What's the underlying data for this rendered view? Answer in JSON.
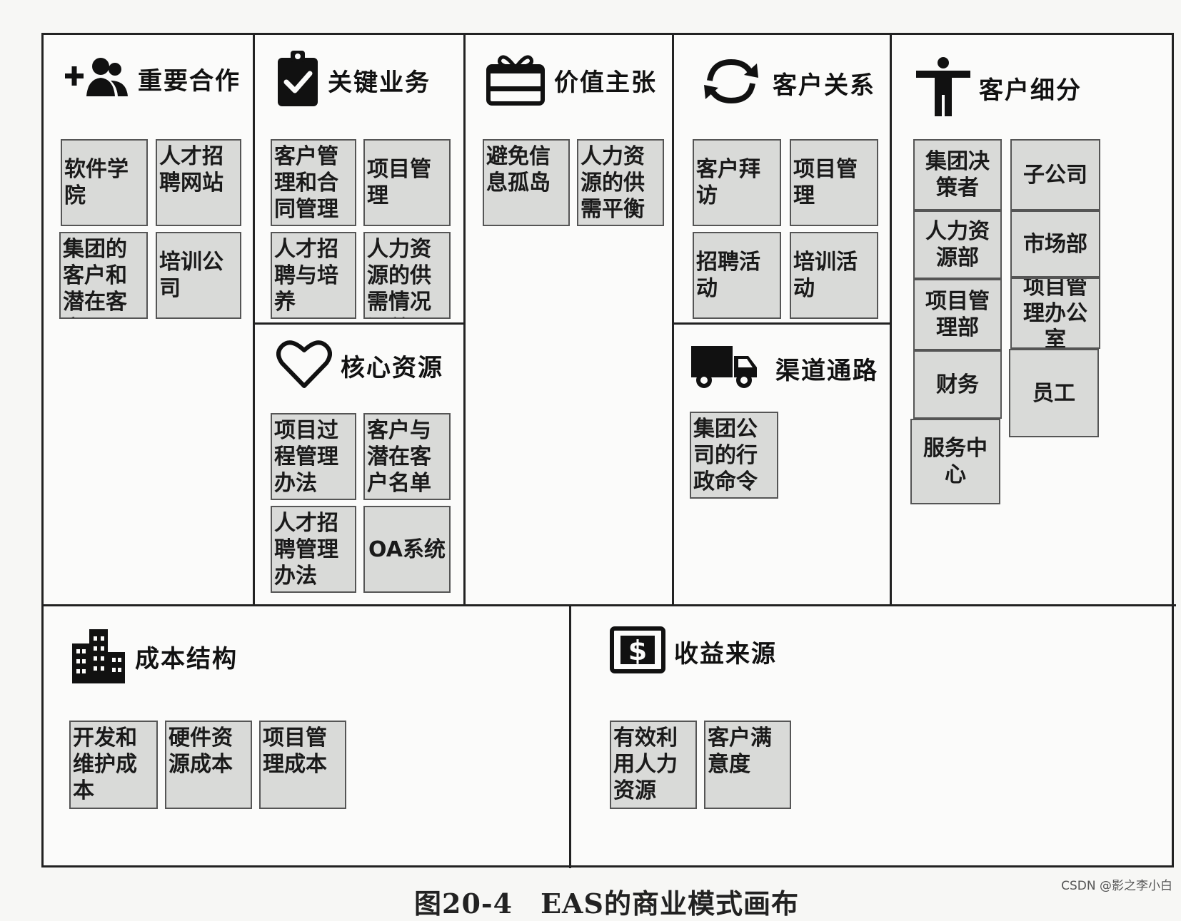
{
  "canvas": {
    "blocks": {
      "key_partners": {
        "title": "重要合作",
        "icon": "add-people-icon",
        "notes": [
          "软件学院",
          "人才招聘网站",
          "集团的客户和潜在客户",
          "培训公司"
        ]
      },
      "key_activities": {
        "title": "关键业务",
        "icon": "clipboard-check-icon",
        "notes": [
          "客户管理和合同管理",
          "项目管理",
          "人才招聘与培养",
          "人力资源的供需情况汇总"
        ]
      },
      "key_resources": {
        "title": "核心资源",
        "icon": "heart-icon",
        "notes": [
          "项目过程管理办法",
          "客户与潜在客户名单",
          "人才招聘管理办法",
          "OA系统"
        ]
      },
      "value_propositions": {
        "title": "价值主张",
        "icon": "gift-card-icon",
        "notes": [
          "避免信息孤岛",
          "人力资源的供需平衡"
        ]
      },
      "customer_relationships": {
        "title": "客户关系",
        "icon": "sync-arrows-icon",
        "notes": [
          "客户拜访",
          "项目管理",
          "招聘活动",
          "培训活动"
        ]
      },
      "channels": {
        "title": "渠道通路",
        "icon": "truck-icon",
        "notes": [
          "集团公司的行政命令"
        ]
      },
      "customer_segments": {
        "title": "客户细分",
        "icon": "person-icon",
        "notes_left": [
          "集团决策者",
          "人力资源部",
          "项目管理部",
          "财务",
          "服务中心"
        ],
        "notes_right": [
          "子公司",
          "市场部",
          "项目管理办公室",
          "员工"
        ]
      },
      "cost_structure": {
        "title": "成本结构",
        "icon": "buildings-icon",
        "notes": [
          "开发和维护成本",
          "硬件资源成本",
          "项目管理成本"
        ]
      },
      "revenue_streams": {
        "title": "收益来源",
        "icon": "dollar-icon",
        "notes": [
          "有效利用人力资源",
          "客户满意度"
        ]
      }
    }
  },
  "caption": "图20-4　EAS的商业模式画布",
  "watermark": "CSDN @影之李小白"
}
